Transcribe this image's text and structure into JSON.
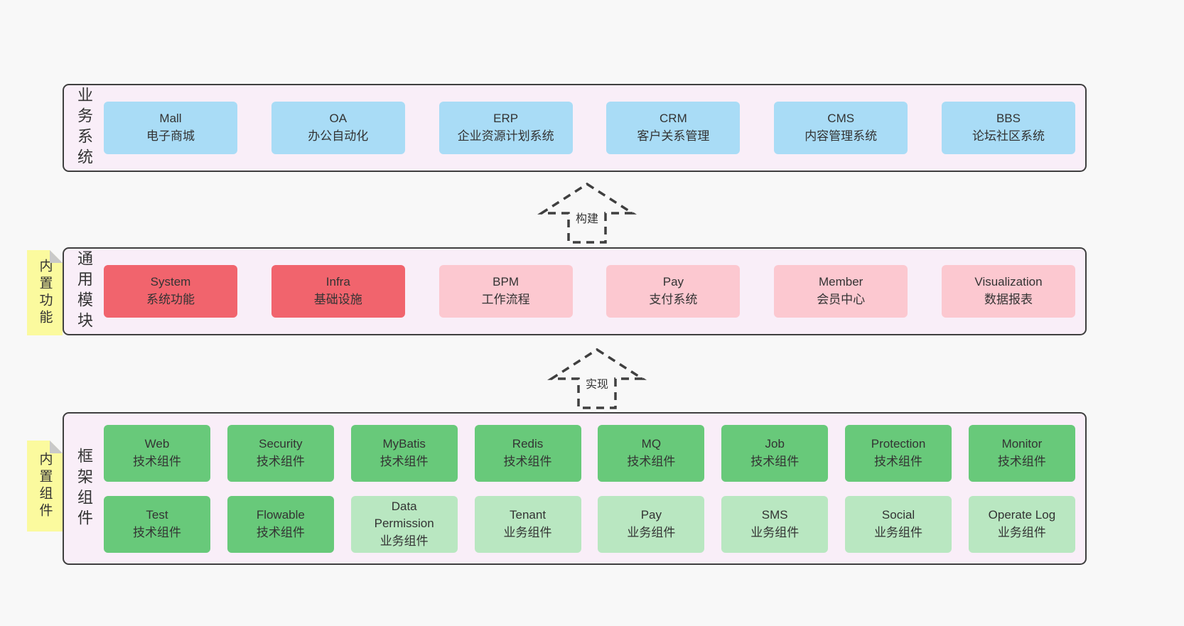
{
  "colors": {
    "page_bg": "#f8f8f8",
    "panel_bg": "#f9eef8",
    "border": "#3f3f3f",
    "text": "#333333",
    "blue": "#a9dcf6",
    "red": "#f1646d",
    "pink": "#fcc8d0",
    "green": "#68c97a",
    "green_light": "#b9e7c1",
    "yellow": "#fbfa9e",
    "fold": "#c9c9c9"
  },
  "arrows": [
    {
      "label": "构建"
    },
    {
      "label": "实现"
    }
  ],
  "sections": [
    {
      "label": "业务系统",
      "boxes": [
        {
          "lines": [
            "Mall",
            "电子商城"
          ],
          "variant": "blue"
        },
        {
          "lines": [
            "OA",
            "办公自动化"
          ],
          "variant": "blue"
        },
        {
          "lines": [
            "ERP",
            "企业资源计划系统"
          ],
          "variant": "blue"
        },
        {
          "lines": [
            "CRM",
            "客户关系管理"
          ],
          "variant": "blue"
        },
        {
          "lines": [
            "CMS",
            "内容管理系统"
          ],
          "variant": "blue"
        },
        {
          "lines": [
            "BBS",
            "论坛社区系统"
          ],
          "variant": "blue"
        }
      ]
    },
    {
      "label": "通用模块",
      "note": "内置功能",
      "boxes": [
        {
          "lines": [
            "System",
            "系统功能"
          ],
          "variant": "red"
        },
        {
          "lines": [
            "Infra",
            "基础设施"
          ],
          "variant": "red"
        },
        {
          "lines": [
            "BPM",
            "工作流程"
          ],
          "variant": "pink"
        },
        {
          "lines": [
            "Pay",
            "支付系统"
          ],
          "variant": "pink"
        },
        {
          "lines": [
            "Member",
            "会员中心"
          ],
          "variant": "pink"
        },
        {
          "lines": [
            "Visualization",
            "数据报表"
          ],
          "variant": "pink"
        }
      ]
    },
    {
      "label": "框架组件",
      "note": "内置组件",
      "rows": [
        [
          {
            "lines": [
              "Web",
              "技术组件"
            ],
            "variant": "green"
          },
          {
            "lines": [
              "Security",
              "技术组件"
            ],
            "variant": "green"
          },
          {
            "lines": [
              "MyBatis",
              "技术组件"
            ],
            "variant": "green"
          },
          {
            "lines": [
              "Redis",
              "技术组件"
            ],
            "variant": "green"
          },
          {
            "lines": [
              "MQ",
              "技术组件"
            ],
            "variant": "green"
          },
          {
            "lines": [
              "Job",
              "技术组件"
            ],
            "variant": "green"
          },
          {
            "lines": [
              "Protection",
              "技术组件"
            ],
            "variant": "green"
          },
          {
            "lines": [
              "Monitor",
              "技术组件"
            ],
            "variant": "green"
          }
        ],
        [
          {
            "lines": [
              "Test",
              "技术组件"
            ],
            "variant": "green"
          },
          {
            "lines": [
              "Flowable",
              "技术组件"
            ],
            "variant": "green"
          },
          {
            "lines": [
              "Data",
              "Permission",
              "业务组件"
            ],
            "variant": "green_light"
          },
          {
            "lines": [
              "Tenant",
              "业务组件"
            ],
            "variant": "green_light"
          },
          {
            "lines": [
              "Pay",
              "业务组件"
            ],
            "variant": "green_light"
          },
          {
            "lines": [
              "SMS",
              "业务组件"
            ],
            "variant": "green_light"
          },
          {
            "lines": [
              "Social",
              "业务组件"
            ],
            "variant": "green_light"
          },
          {
            "lines": [
              "Operate Log",
              "业务组件"
            ],
            "variant": "green_light"
          }
        ]
      ]
    }
  ]
}
